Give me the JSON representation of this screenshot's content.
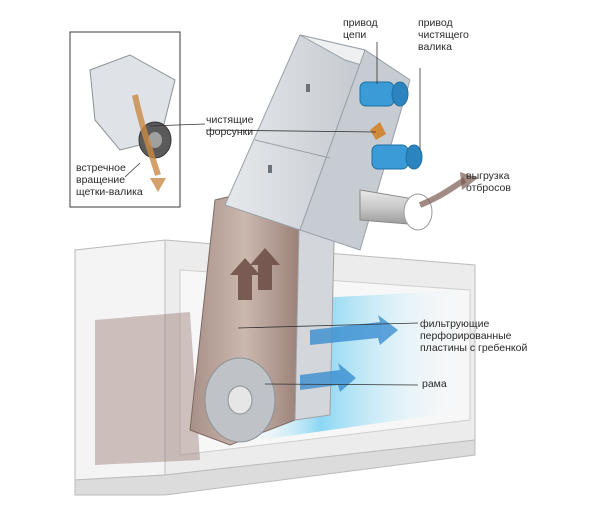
{
  "labels": {
    "chain_drive": "привод\nцепи",
    "brush_drive": "привод\nчистящего\nвалика",
    "nozzles": "чистящие\nфорсунки",
    "counter_rotation": "встречное\nвращение\nщетки-валика",
    "discharge": "выгрузка\nотбросов",
    "filter_plates": "фильтрующие\nперфорированные\nпластины с гребенкой",
    "frame": "рама"
  },
  "colors": {
    "motor": "#3a9bd6",
    "water": "#7fd3f2",
    "housing": "#d9dde2",
    "channel_wall": "#f2f2f2",
    "debris": "#8a5a4a",
    "nozzle": "#d08a3a"
  }
}
